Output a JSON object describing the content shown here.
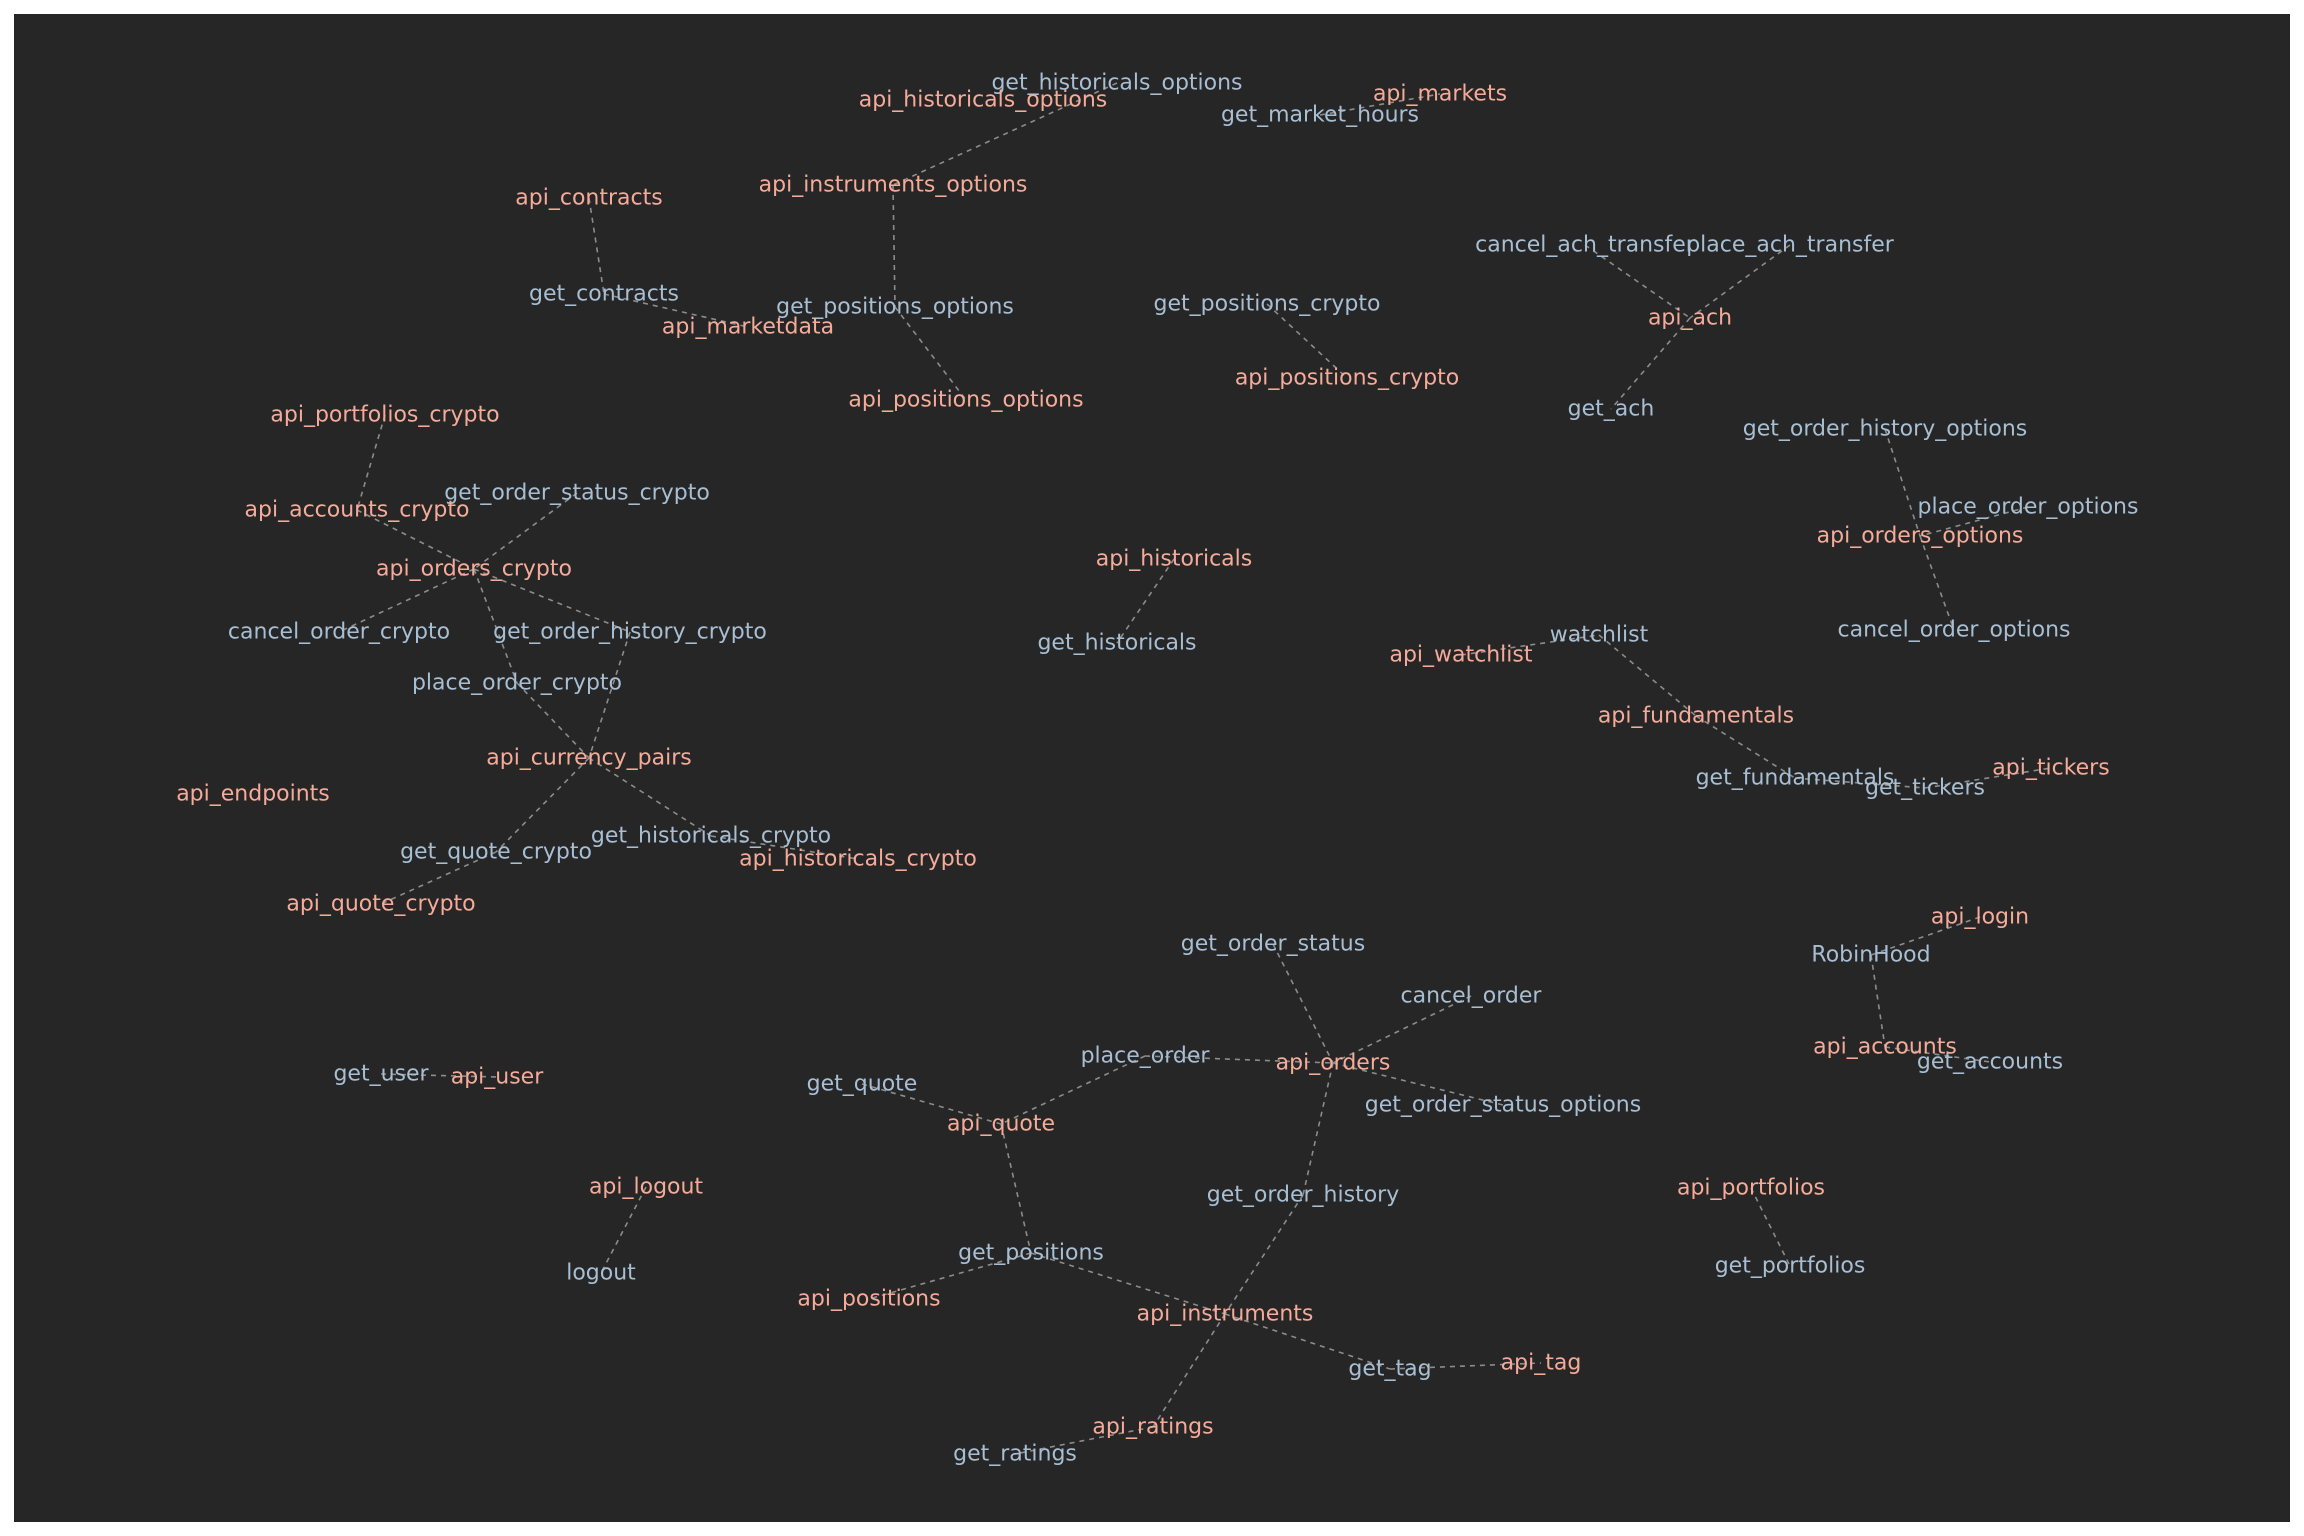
{
  "colors": {
    "background": "#262626",
    "page": "#ffffff",
    "function_node": "#a7bed3",
    "api_node": "#f5ab99",
    "edge": "#8c8c8c"
  },
  "nodes": {
    "get_historicals_options": {
      "label": "get_historicals_options",
      "kind": "function"
    },
    "api_historicals_options": {
      "label": "api_historicals_options",
      "kind": "api"
    },
    "api_markets": {
      "label": "api_markets",
      "kind": "api"
    },
    "get_market_hours": {
      "label": "get_market_hours",
      "kind": "function"
    },
    "api_instruments_options": {
      "label": "api_instruments_options",
      "kind": "api"
    },
    "api_contracts": {
      "label": "api_contracts",
      "kind": "api"
    },
    "cancel_ach_transfer": {
      "label": "cancel_ach_transfer",
      "kind": "function"
    },
    "place_ach_transfer": {
      "label": "place_ach_transfer",
      "kind": "function"
    },
    "get_contracts": {
      "label": "get_contracts",
      "kind": "function"
    },
    "get_positions_options": {
      "label": "get_positions_options",
      "kind": "function"
    },
    "get_positions_crypto": {
      "label": "get_positions_crypto",
      "kind": "function"
    },
    "api_marketdata": {
      "label": "api_marketdata",
      "kind": "api"
    },
    "api_ach": {
      "label": "api_ach",
      "kind": "api"
    },
    "api_positions_options": {
      "label": "api_positions_options",
      "kind": "api"
    },
    "api_positions_crypto": {
      "label": "api_positions_crypto",
      "kind": "api"
    },
    "get_ach": {
      "label": "get_ach",
      "kind": "function"
    },
    "api_portfolios_crypto": {
      "label": "api_portfolios_crypto",
      "kind": "api"
    },
    "get_order_history_options": {
      "label": "get_order_history_options",
      "kind": "function"
    },
    "get_order_status_crypto": {
      "label": "get_order_status_crypto",
      "kind": "function"
    },
    "api_accounts_crypto": {
      "label": "api_accounts_crypto",
      "kind": "api"
    },
    "place_order_options": {
      "label": "place_order_options",
      "kind": "function"
    },
    "api_orders_options": {
      "label": "api_orders_options",
      "kind": "api"
    },
    "api_orders_crypto": {
      "label": "api_orders_crypto",
      "kind": "api"
    },
    "api_historicals": {
      "label": "api_historicals",
      "kind": "api"
    },
    "cancel_order_crypto": {
      "label": "cancel_order_crypto",
      "kind": "function"
    },
    "get_order_history_crypto": {
      "label": "get_order_history_crypto",
      "kind": "function"
    },
    "cancel_order_options": {
      "label": "cancel_order_options",
      "kind": "function"
    },
    "watchlist": {
      "label": "watchlist",
      "kind": "function"
    },
    "get_historicals": {
      "label": "get_historicals",
      "kind": "function"
    },
    "api_watchlist": {
      "label": "api_watchlist",
      "kind": "api"
    },
    "place_order_crypto": {
      "label": "place_order_crypto",
      "kind": "function"
    },
    "api_fundamentals": {
      "label": "api_fundamentals",
      "kind": "api"
    },
    "api_currency_pairs": {
      "label": "api_currency_pairs",
      "kind": "api"
    },
    "api_tickers": {
      "label": "api_tickers",
      "kind": "api"
    },
    "get_fundamentals": {
      "label": "get_fundamentals",
      "kind": "function"
    },
    "get_tickers": {
      "label": "get_tickers",
      "kind": "function"
    },
    "api_endpoints": {
      "label": "api_endpoints",
      "kind": "api"
    },
    "get_historicals_crypto": {
      "label": "get_historicals_crypto",
      "kind": "function"
    },
    "get_quote_crypto": {
      "label": "get_quote_crypto",
      "kind": "function"
    },
    "api_historicals_crypto": {
      "label": "api_historicals_crypto",
      "kind": "api"
    },
    "api_quote_crypto": {
      "label": "api_quote_crypto",
      "kind": "api"
    },
    "api_login": {
      "label": "api_login",
      "kind": "api"
    },
    "get_order_status": {
      "label": "get_order_status",
      "kind": "function"
    },
    "RobinHood": {
      "label": "RobinHood",
      "kind": "function"
    },
    "cancel_order": {
      "label": "cancel_order",
      "kind": "function"
    },
    "api_accounts": {
      "label": "api_accounts",
      "kind": "api"
    },
    "get_accounts": {
      "label": "get_accounts",
      "kind": "function"
    },
    "place_order": {
      "label": "place_order",
      "kind": "function"
    },
    "api_orders": {
      "label": "api_orders",
      "kind": "api"
    },
    "get_user": {
      "label": "get_user",
      "kind": "function"
    },
    "api_user": {
      "label": "api_user",
      "kind": "api"
    },
    "get_quote": {
      "label": "get_quote",
      "kind": "function"
    },
    "get_order_status_options": {
      "label": "get_order_status_options",
      "kind": "function"
    },
    "api_quote": {
      "label": "api_quote",
      "kind": "api"
    },
    "api_logout": {
      "label": "api_logout",
      "kind": "api"
    },
    "api_portfolios": {
      "label": "api_portfolios",
      "kind": "api"
    },
    "get_order_history": {
      "label": "get_order_history",
      "kind": "function"
    },
    "get_positions": {
      "label": "get_positions",
      "kind": "function"
    },
    "get_portfolios": {
      "label": "get_portfolios",
      "kind": "function"
    },
    "logout": {
      "label": "logout",
      "kind": "function"
    },
    "api_positions": {
      "label": "api_positions",
      "kind": "api"
    },
    "api_instruments": {
      "label": "api_instruments",
      "kind": "api"
    },
    "get_tag": {
      "label": "get_tag",
      "kind": "function"
    },
    "api_tag": {
      "label": "api_tag",
      "kind": "api"
    },
    "api_ratings": {
      "label": "api_ratings",
      "kind": "api"
    },
    "get_ratings": {
      "label": "get_ratings",
      "kind": "function"
    }
  },
  "edges": [
    [
      "get_historicals_options",
      "api_instruments_options"
    ],
    [
      "get_market_hours",
      "api_markets"
    ],
    [
      "api_contracts",
      "get_contracts"
    ],
    [
      "get_contracts",
      "api_marketdata"
    ],
    [
      "api_instruments_options",
      "get_positions_options"
    ],
    [
      "get_positions_options",
      "api_positions_options"
    ],
    [
      "get_positions_crypto",
      "api_positions_crypto"
    ],
    [
      "cancel_ach_transfer",
      "api_ach"
    ],
    [
      "place_ach_transfer",
      "api_ach"
    ],
    [
      "api_ach",
      "get_ach"
    ],
    [
      "api_portfolios_crypto",
      "api_accounts_crypto"
    ],
    [
      "api_accounts_crypto",
      "api_orders_crypto"
    ],
    [
      "get_order_status_crypto",
      "api_orders_crypto"
    ],
    [
      "api_orders_crypto",
      "cancel_order_crypto"
    ],
    [
      "api_orders_crypto",
      "get_order_history_crypto"
    ],
    [
      "api_orders_crypto",
      "place_order_crypto"
    ],
    [
      "place_order_crypto",
      "api_currency_pairs"
    ],
    [
      "get_order_history_crypto",
      "api_currency_pairs"
    ],
    [
      "api_currency_pairs",
      "get_quote_crypto"
    ],
    [
      "api_currency_pairs",
      "get_historicals_crypto"
    ],
    [
      "get_quote_crypto",
      "api_quote_crypto"
    ],
    [
      "get_historicals_crypto",
      "api_historicals_crypto"
    ],
    [
      "api_historicals",
      "get_historicals"
    ],
    [
      "get_order_history_options",
      "api_orders_options"
    ],
    [
      "place_order_options",
      "api_orders_options"
    ],
    [
      "api_orders_options",
      "cancel_order_options"
    ],
    [
      "api_watchlist",
      "watchlist"
    ],
    [
      "watchlist",
      "api_fundamentals"
    ],
    [
      "api_fundamentals",
      "get_fundamentals"
    ],
    [
      "get_fundamentals",
      "get_tickers"
    ],
    [
      "get_tickers",
      "api_tickers"
    ],
    [
      "api_login",
      "RobinHood"
    ],
    [
      "RobinHood",
      "api_accounts"
    ],
    [
      "api_accounts",
      "get_accounts"
    ],
    [
      "get_user",
      "api_user"
    ],
    [
      "get_order_status",
      "api_orders"
    ],
    [
      "cancel_order",
      "api_orders"
    ],
    [
      "place_order",
      "api_orders"
    ],
    [
      "api_orders",
      "get_order_status_options"
    ],
    [
      "api_orders",
      "get_order_history"
    ],
    [
      "place_order",
      "api_quote"
    ],
    [
      "get_quote",
      "api_quote"
    ],
    [
      "api_quote",
      "get_positions"
    ],
    [
      "get_positions",
      "api_positions"
    ],
    [
      "get_positions",
      "api_instruments"
    ],
    [
      "get_order_history",
      "api_instruments"
    ],
    [
      "api_instruments",
      "get_tag"
    ],
    [
      "get_tag",
      "api_tag"
    ],
    [
      "api_instruments",
      "api_ratings"
    ],
    [
      "api_ratings",
      "get_ratings"
    ],
    [
      "api_logout",
      "logout"
    ],
    [
      "api_portfolios",
      "get_portfolios"
    ]
  ]
}
